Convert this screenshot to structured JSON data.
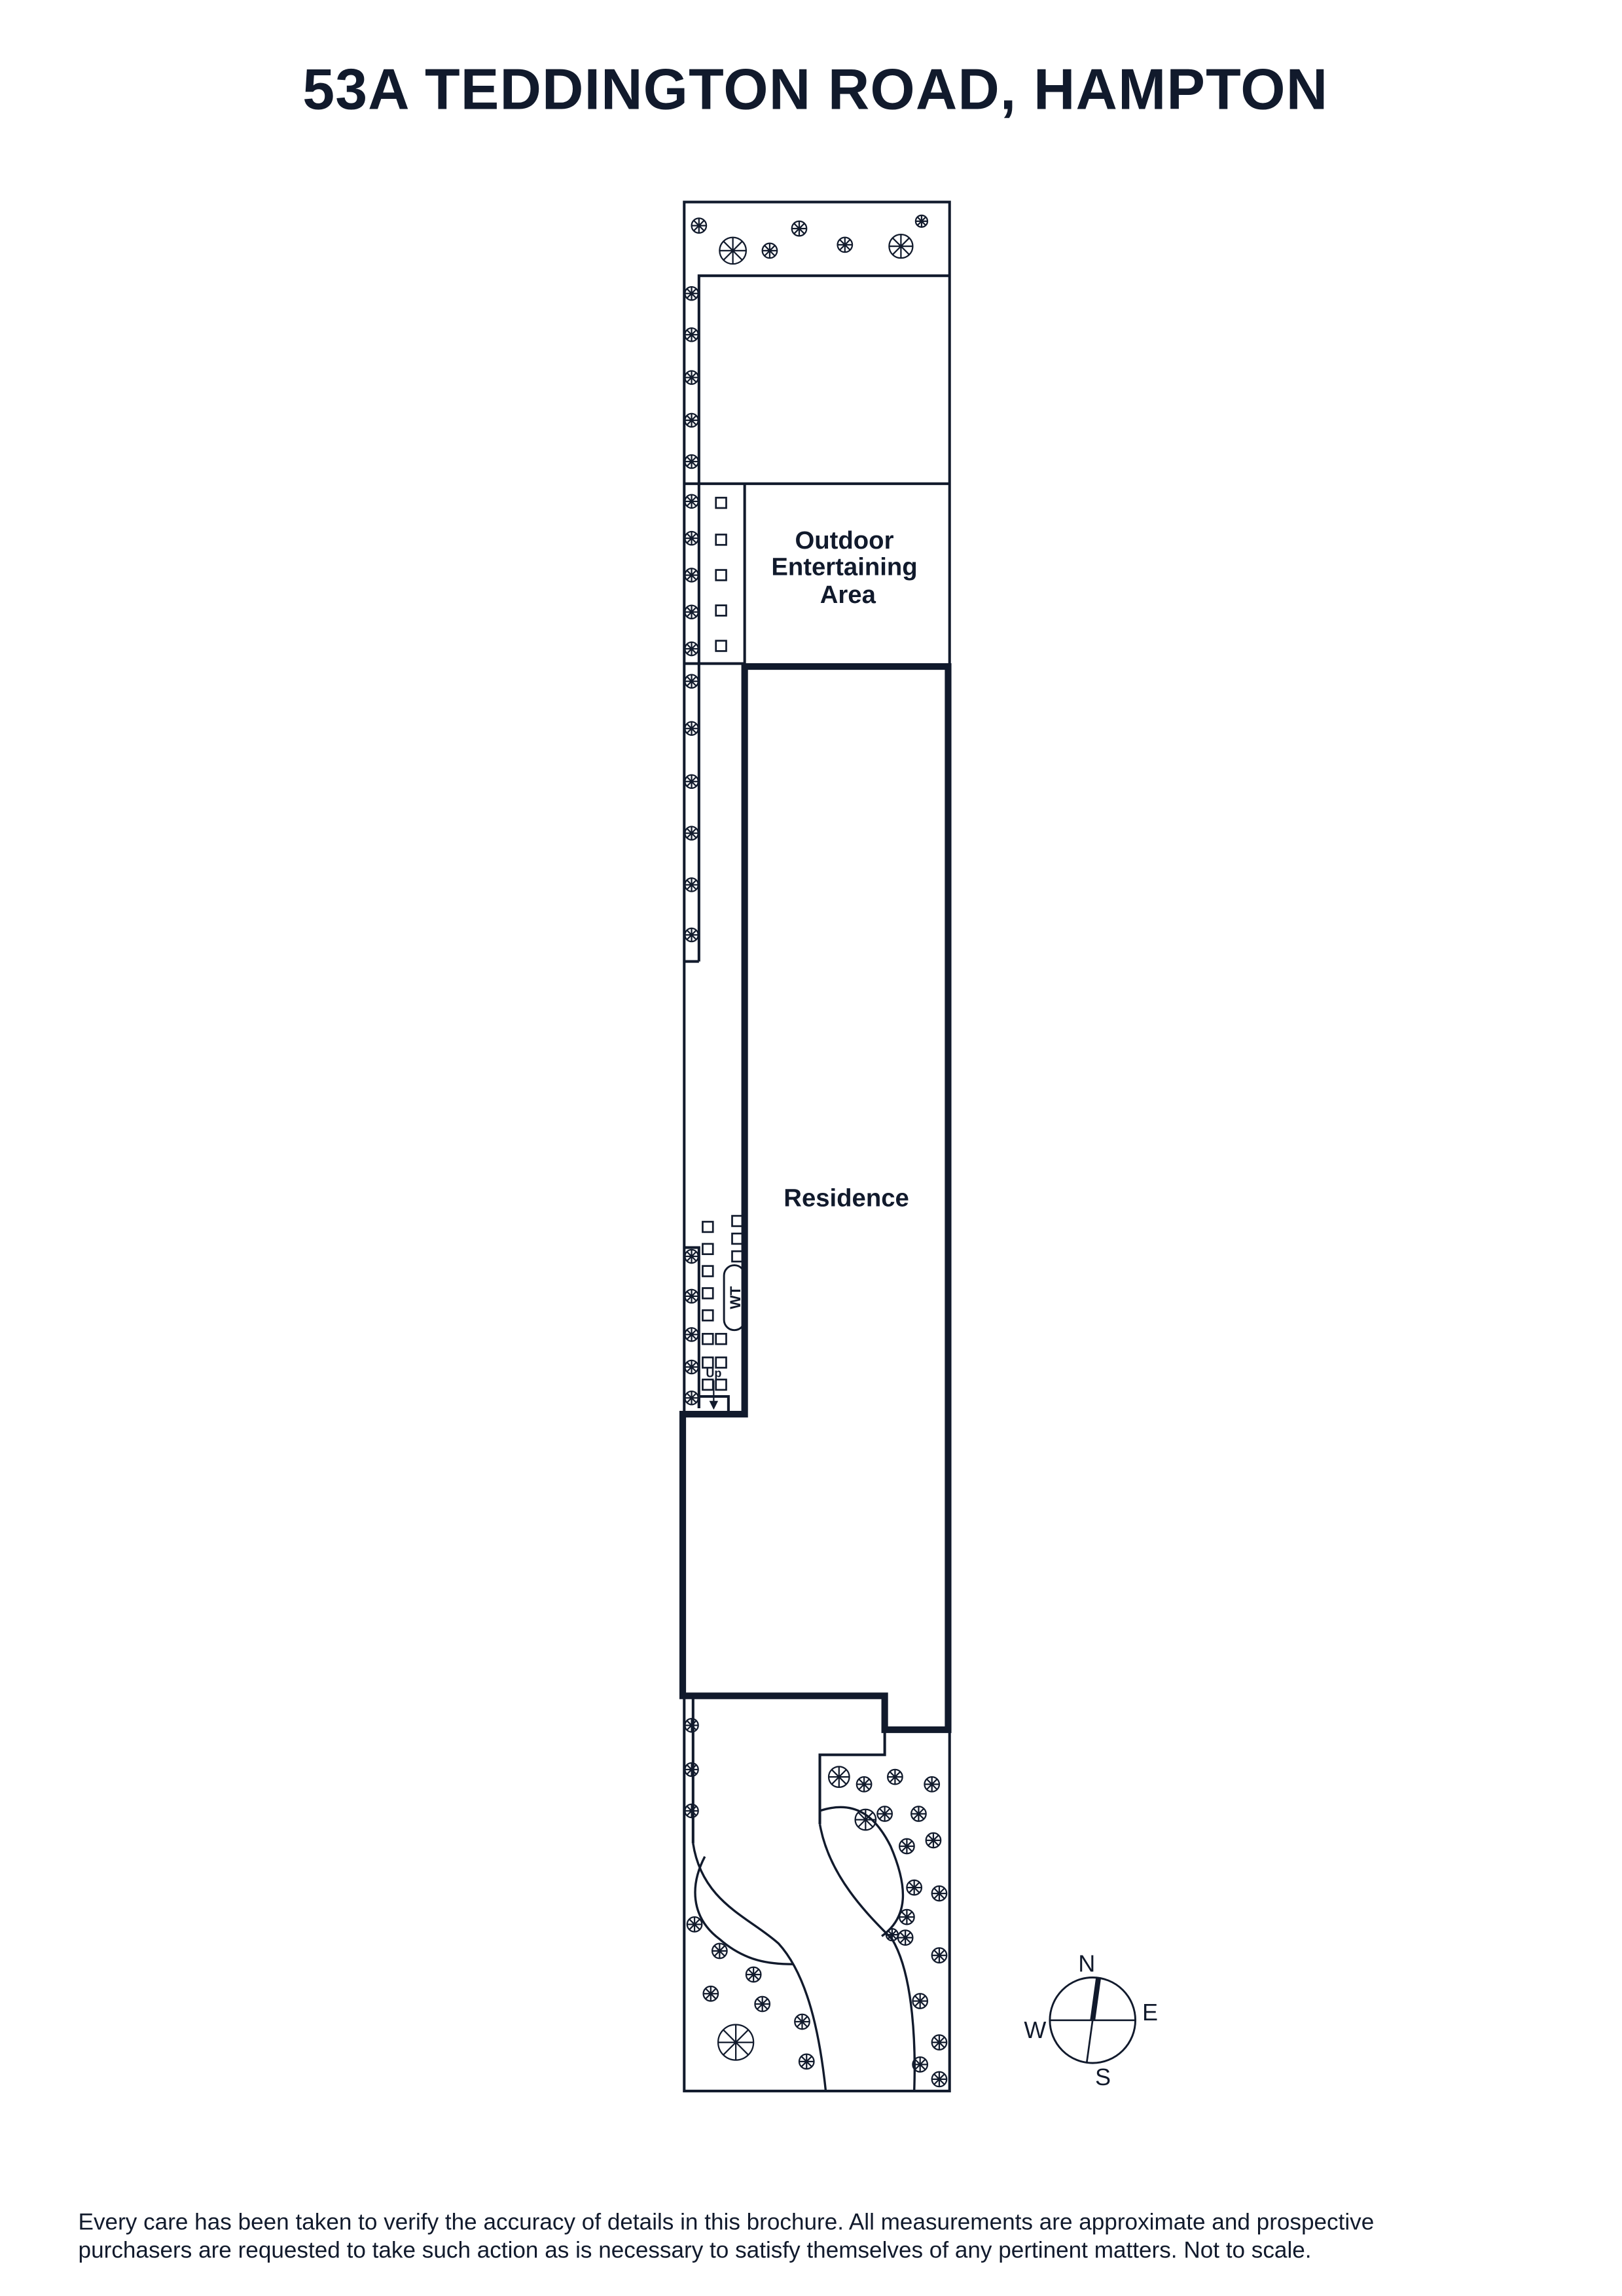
{
  "title": "53A TEDDINGTON ROAD, HAMPTON",
  "rooms": {
    "outdoor_line1": "Outdoor",
    "outdoor_line2": "Entertaining",
    "outdoor_line3": "Area",
    "residence": "Residence",
    "water_tank": "WT",
    "stairs": "Up"
  },
  "compass": {
    "n": "N",
    "e": "E",
    "s": "S",
    "w": "W"
  },
  "disclaimer": {
    "line1": "Every care has been taken to verify the accuracy of details in this brochure. All measurements are approximate and prospective",
    "line2": "purchasers are requested to take such action as is necessary to satisfy themselves of any pertinent matters. Not to scale."
  },
  "colors": {
    "ink": "#111a2c",
    "background": "#ffffff"
  }
}
